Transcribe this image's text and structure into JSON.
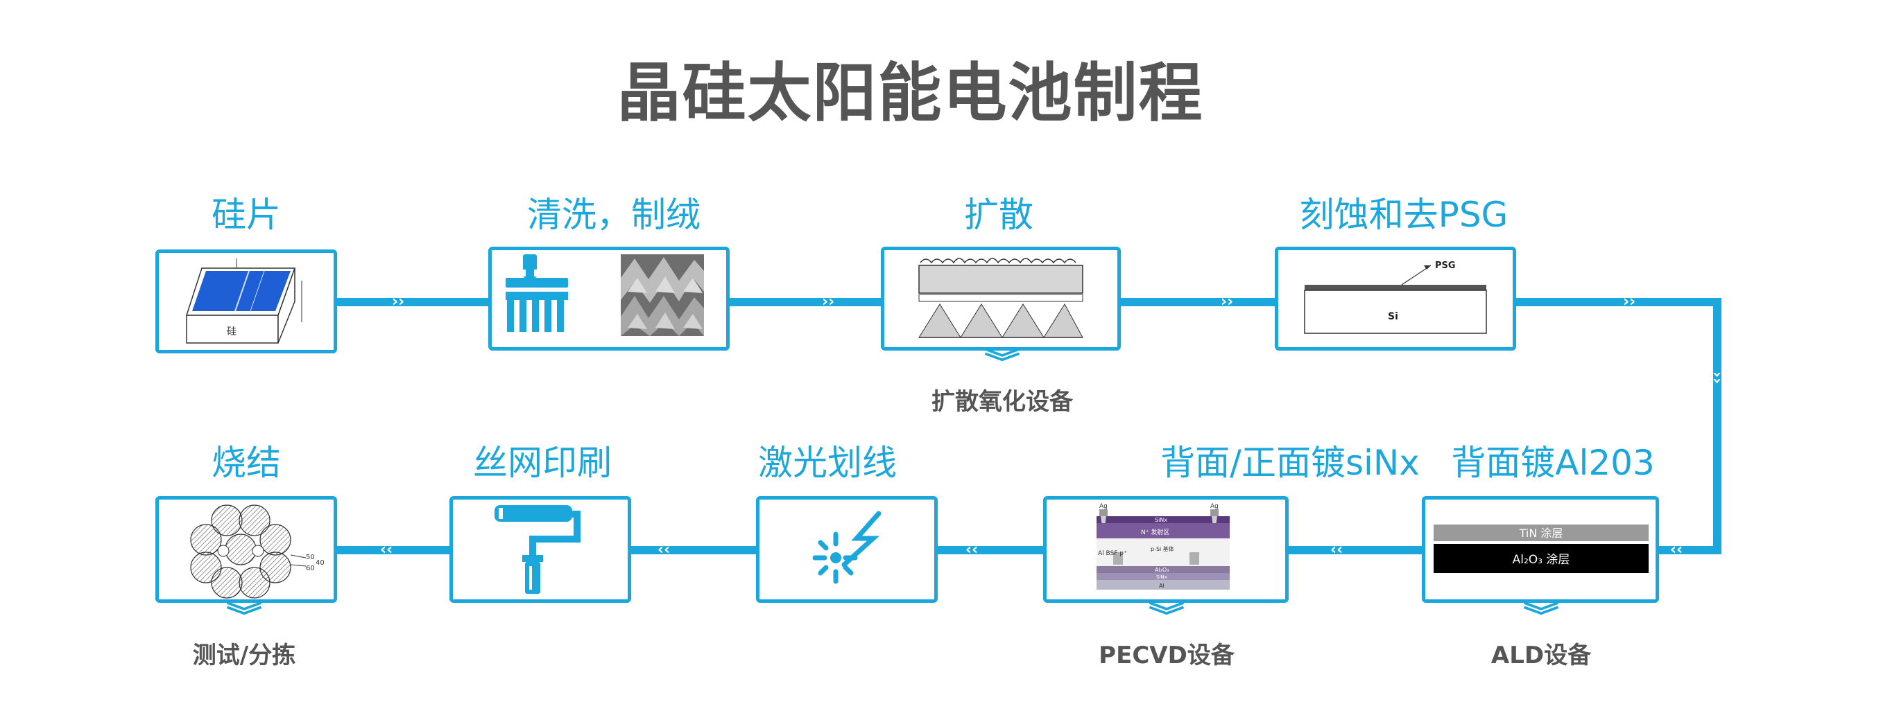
{
  "title": "晶硅太阳能电池制程",
  "row1": [
    {
      "label": "硅片"
    },
    {
      "label": "清洗，制绒"
    },
    {
      "label": "扩散"
    },
    {
      "label": "刻蚀和去PSG"
    }
  ],
  "row2": [
    {
      "label": "烧结"
    },
    {
      "label": "丝网印刷"
    },
    {
      "label": "激光划线"
    },
    {
      "label": "背面/正面镀siNx"
    },
    {
      "label": "背面镀Al203"
    }
  ],
  "equipment": {
    "diffusion": "扩散氧化设备",
    "test": "测试/分拣",
    "pecvd": "PECVD设备",
    "ald": "ALD设备"
  },
  "figure_text": {
    "wafer_char": "硅",
    "psg": "PSG",
    "si": "Si",
    "tin_layer": "TiN 涂层",
    "al2o3_layer": "Al₂O₃ 涂层",
    "pecvd_ag1": "Ag",
    "pecvd_ag2": "Ag",
    "pecvd_sinx": "SiNx",
    "pecvd_n": "N⁺ 发射区",
    "pecvd_p": "p-Si 基体",
    "pecvd_al_bsf": "Al BSF p⁺",
    "pecvd_al2o3": "Al₂O₃",
    "pecvd_sinx2": "SiNx",
    "pecvd_al": "Al",
    "sinter_50": "50",
    "sinter_40": "40",
    "sinter_60": "60"
  },
  "colors": {
    "accent": "#1ca7dc",
    "title": "#555555"
  }
}
